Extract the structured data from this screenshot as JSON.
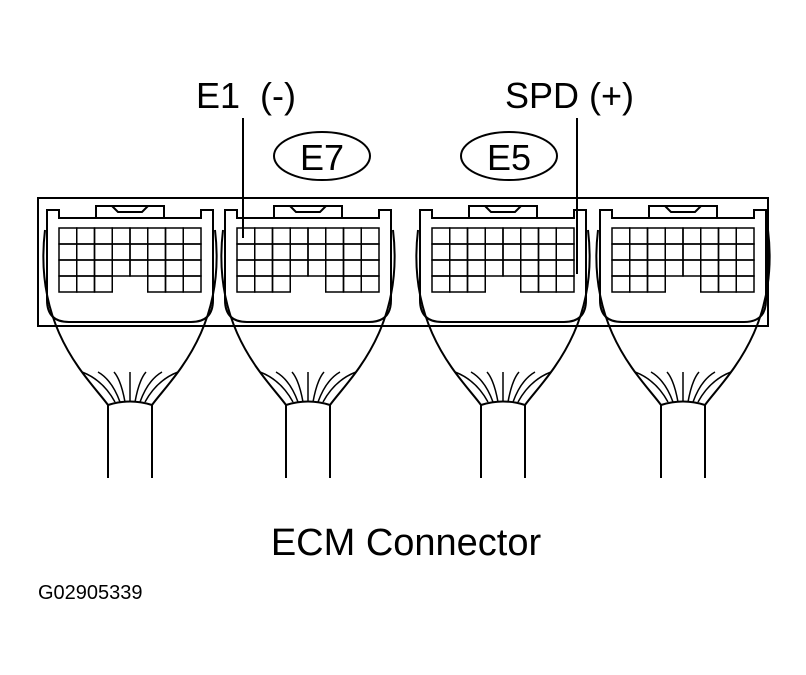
{
  "labels": {
    "e1": "E1  (-)",
    "spd": "SPD (+)",
    "e7": "E7",
    "e5": "E5"
  },
  "caption": "ECM Connector",
  "figure_id": "G02905339",
  "connectors": [
    {
      "name": "connector-1"
    },
    {
      "name": "connector-e7"
    },
    {
      "name": "connector-e5"
    },
    {
      "name": "connector-4"
    }
  ]
}
